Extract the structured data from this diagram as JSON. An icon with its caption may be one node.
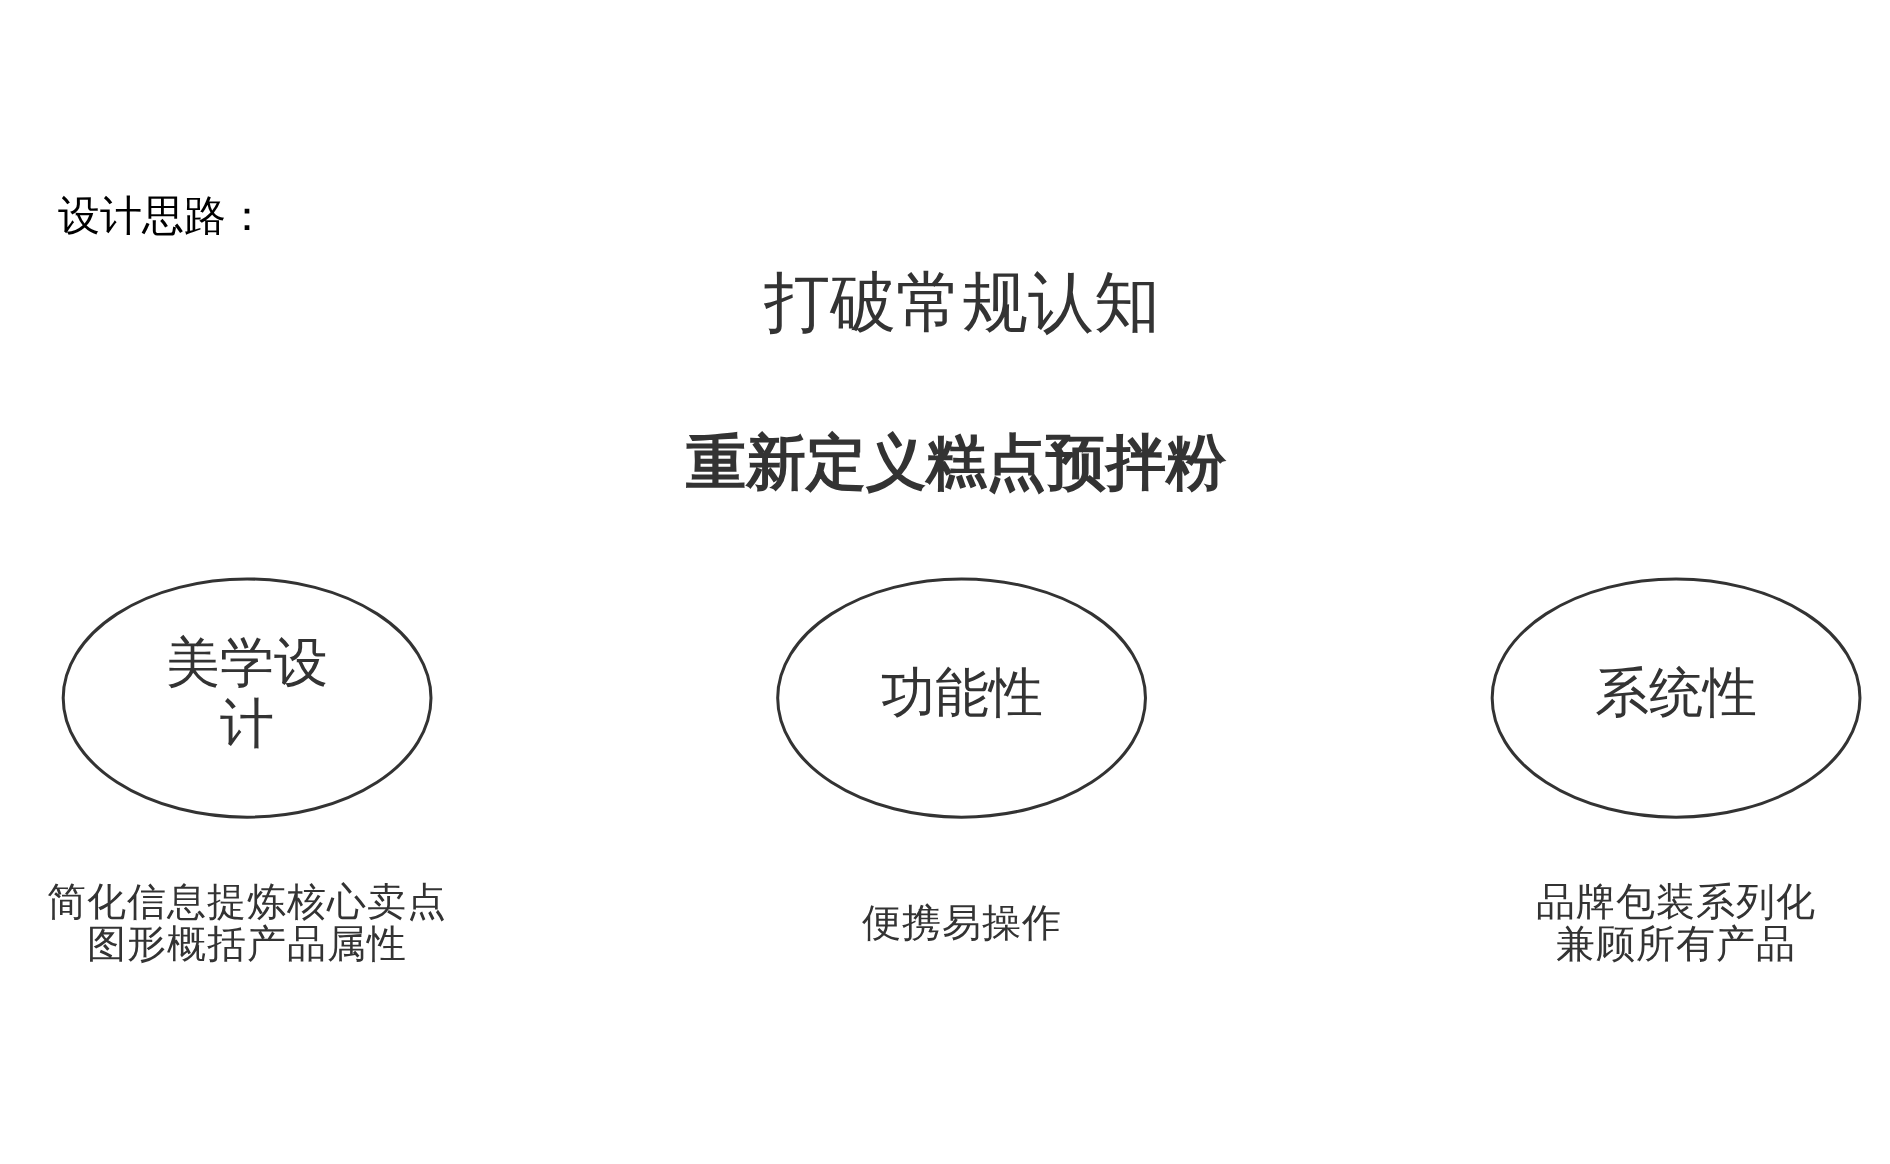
{
  "diagram": {
    "title": "设计思路：",
    "nodes": [
      {
        "text": [
          "美学设计"
        ],
        "beside": [
          "简化信息提炼核心卖点图形概括产品属性"
        ]
      },
      {
        "text": [
          "功能性"
        ],
        "beside": [
          "便携易操作"
        ]
      },
      {
        "text": [
          "系统性"
        ],
        "beside": [
          "品牌包装系列化兼顾所有产品"
        ]
      }
    ],
    "labels": [
      "打破常规认知",
      "重新定义糕点预拌粉"
    ]
  }
}
